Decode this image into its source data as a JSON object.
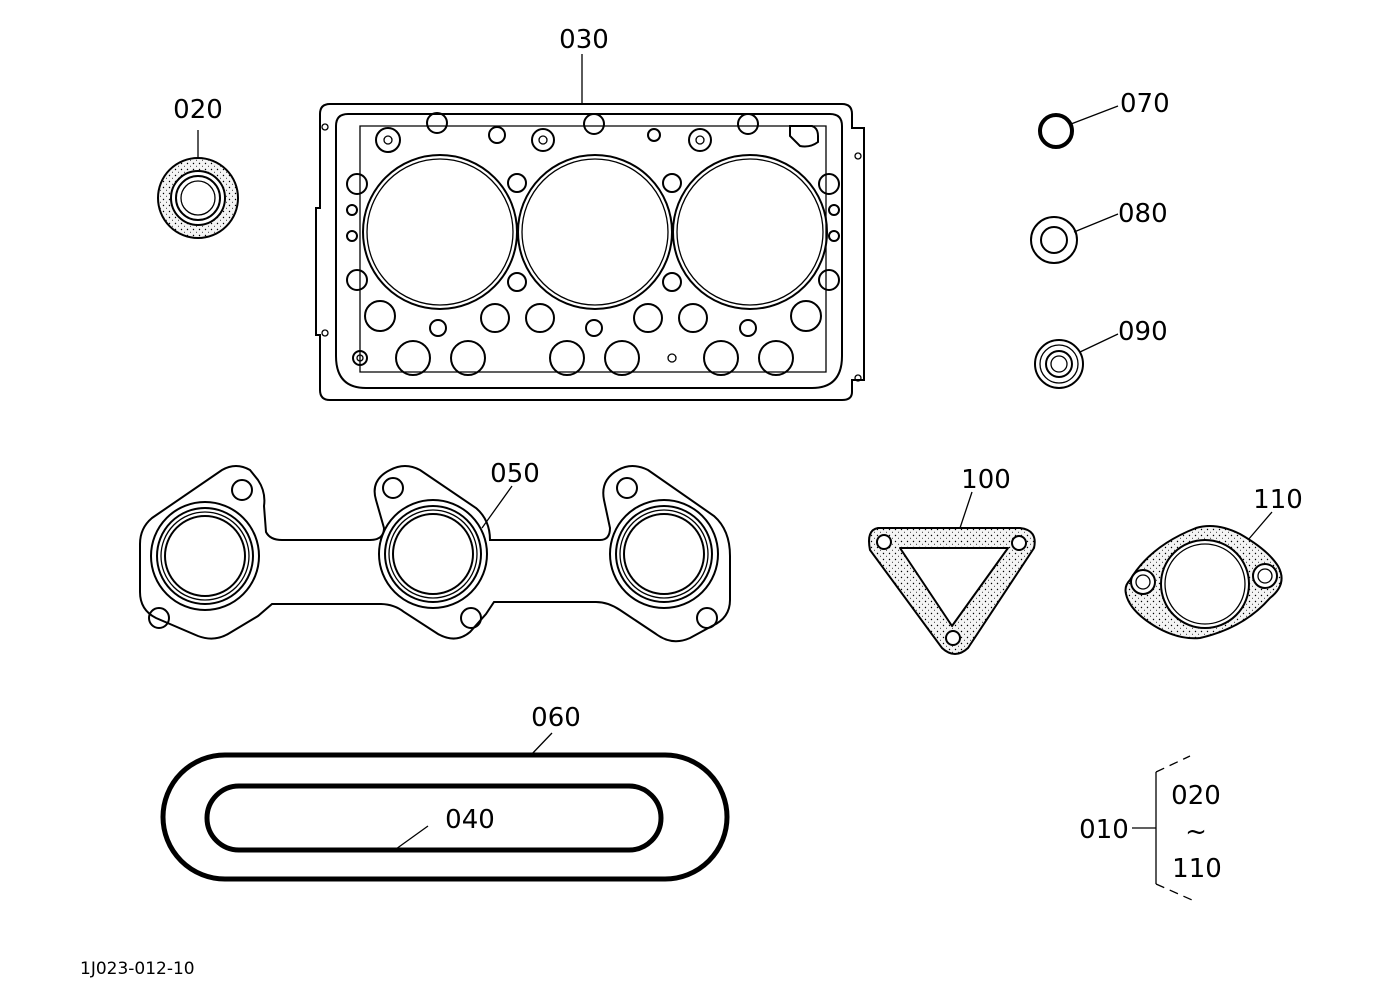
{
  "colors": {
    "ink": "#000000",
    "paper": "#ffffff",
    "gasket_texture": "#efefef"
  },
  "labels": {
    "p010": "010",
    "p020": "020",
    "p030": "030",
    "p040": "040",
    "p050": "050",
    "p060": "060",
    "p070": "070",
    "p080": "080",
    "p090": "090",
    "p100": "100",
    "p110": "110",
    "range_from": "020",
    "range_sep": "~",
    "range_to": "110"
  },
  "footer": {
    "drawing_code": "1J023-012-10"
  }
}
